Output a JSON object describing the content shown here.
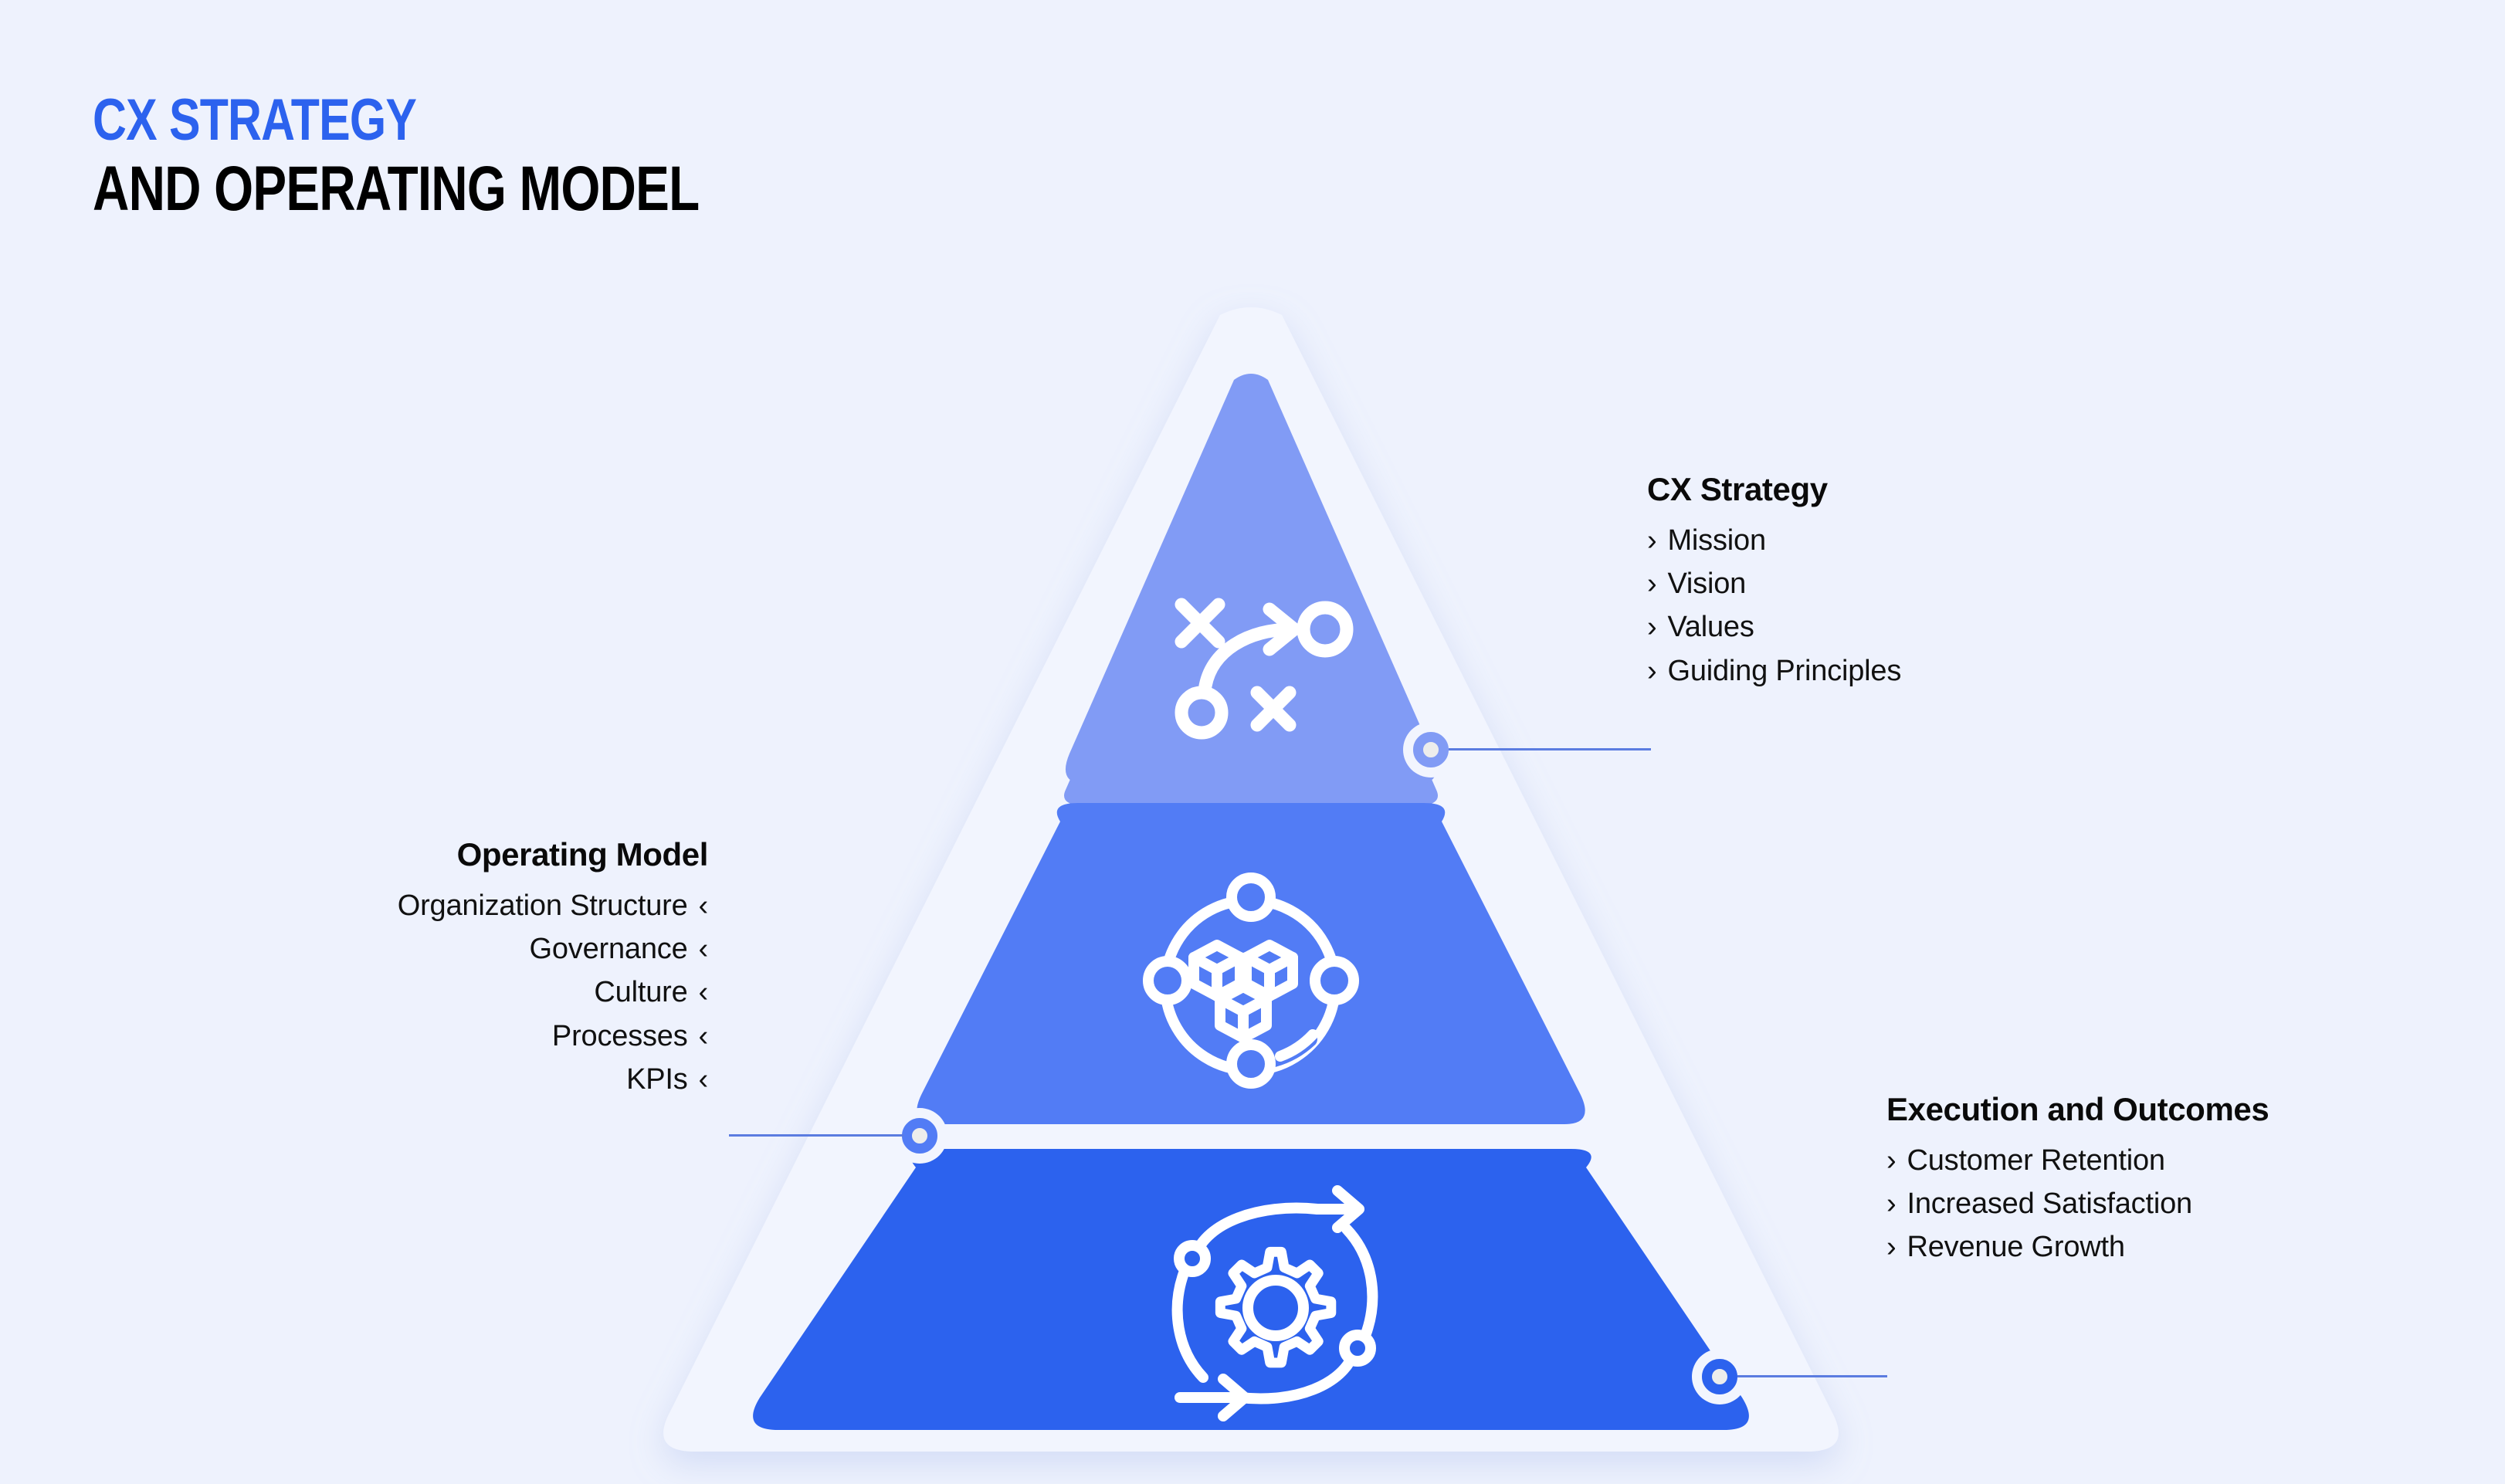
{
  "title": {
    "line1": "CX STRATEGY",
    "line2": "AND OPERATING MODEL",
    "accent_color": "#2c62ee"
  },
  "colors": {
    "background": "#eef2fd",
    "frame": "#f2f5fe",
    "tier_top": "#819bf5",
    "tier_middle": "#527cf5",
    "tier_bottom": "#2c62ee",
    "connector_line": "#5b7ce0",
    "heading_text": "#0a0a0a"
  },
  "pyramid": {
    "tiers": [
      {
        "id": "strategy",
        "label": "CX Strategy",
        "color": "#819bf5",
        "icon": "strategy-playbook-icon",
        "callout_side": "right",
        "items": [
          "Mission",
          "Vision",
          "Values",
          "Guiding Principles"
        ],
        "bullet_glyph": "›"
      },
      {
        "id": "operating-model",
        "label": "Operating Model",
        "color": "#527cf5",
        "icon": "network-cubes-icon",
        "callout_side": "left",
        "items": [
          "Organization Structure",
          "Governance",
          "Culture",
          "Processes",
          "KPIs"
        ],
        "bullet_glyph": "‹"
      },
      {
        "id": "execution-outcomes",
        "label": "Execution and Outcomes",
        "color": "#2c62ee",
        "icon": "gear-cycle-icon",
        "callout_side": "right",
        "items": [
          "Customer Retention",
          "Increased Satisfaction",
          "Revenue Growth"
        ],
        "bullet_glyph": "›"
      }
    ]
  }
}
